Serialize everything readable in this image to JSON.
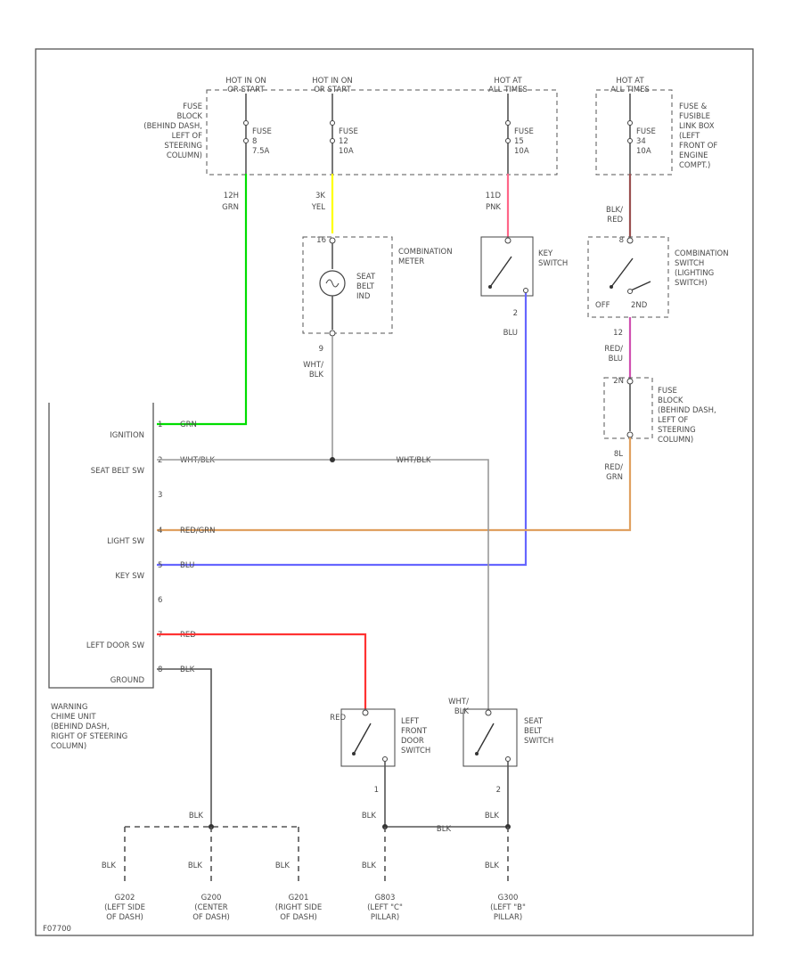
{
  "colors": {
    "grn": "#00dd00",
    "yel": "#ffff00",
    "pnk": "#ff6688",
    "blu": "#6666ff",
    "red_grn": "#e0a060",
    "red": "#ff3333",
    "red_blu": "#d050b0",
    "blk_red": "#9a5050",
    "wht_blk": "#aaaaaa",
    "blk": "#555555"
  },
  "power": {
    "hot1": [
      "HOT IN ON",
      "OR START"
    ],
    "hot2": [
      "HOT IN ON",
      "OR START"
    ],
    "hot3": [
      "HOT AT",
      "ALL TIMES"
    ],
    "hot4": [
      "HOT AT",
      "ALL TIMES"
    ],
    "fuse1": [
      "FUSE",
      "8",
      "7.5A"
    ],
    "fuse2": [
      "FUSE",
      "12",
      "10A"
    ],
    "fuse3": [
      "FUSE",
      "15",
      "10A"
    ],
    "fuse4": [
      "FUSE",
      "34",
      "10A"
    ],
    "fuse_block_left": [
      "FUSE",
      "BLOCK",
      "(BEHIND DASH,",
      "LEFT OF",
      "STEERING",
      "COLUMN)"
    ],
    "fusible_link_box": [
      "FUSE &",
      "FUSIBLE",
      "LINK BOX",
      "(LEFT",
      "FRONT OF",
      "ENGINE",
      "COMPT.)"
    ]
  },
  "wires": {
    "w_grn": [
      "12H",
      "GRN"
    ],
    "w_yel": [
      "3K",
      "YEL"
    ],
    "w_pnk": [
      "11D",
      "PNK"
    ],
    "w_blkred": [
      "BLK/",
      "RED"
    ],
    "w_whtblk_meter": [
      "WHT/",
      "BLK"
    ],
    "w_blu": "BLU",
    "w_redblu": [
      "RED/",
      "BLU"
    ],
    "w_redgrn": [
      "RED/",
      "GRN"
    ],
    "w_red": "RED",
    "w_whtblk_sw": [
      "WHT/",
      "BLK"
    ]
  },
  "meter": {
    "label": [
      "COMBINATION",
      "METER"
    ],
    "lamp": [
      "SEAT",
      "BELT",
      "IND"
    ],
    "pin_in": "16",
    "pin_out": "9"
  },
  "key_switch": {
    "label": [
      "KEY",
      "SWITCH"
    ],
    "pin": "2"
  },
  "combo_switch": {
    "label": [
      "COMBINATION",
      "SWITCH",
      "(LIGHTING",
      "SWITCH)"
    ],
    "pin_in": "8",
    "pos1": "OFF",
    "pos2": "2ND",
    "pin_out": "12"
  },
  "fuse_block2": {
    "label": [
      "FUSE",
      "BLOCK",
      "(BEHIND DASH,",
      "LEFT OF",
      "STEERING",
      "COLUMN)"
    ],
    "pin_in": "2N",
    "pin_out": "8L"
  },
  "chime": {
    "labels": [
      "IGNITION",
      "SEAT BELT SW",
      "",
      "LIGHT SW",
      "KEY SW",
      "",
      "LEFT DOOR SW",
      "GROUND"
    ],
    "pins": [
      "1",
      "2",
      "3",
      "4",
      "5",
      "6",
      "7",
      "8"
    ],
    "wire_labels": [
      "GRN",
      "WHT/BLK",
      "",
      "RED/GRN",
      "BLU",
      "",
      "RED",
      "BLK"
    ],
    "caption": [
      "WARNING",
      "CHIME UNIT",
      "(BEHIND DASH,",
      "RIGHT OF STEERING",
      "COLUMN)"
    ],
    "whtblk_bus_label": "WHT/BLK"
  },
  "door_switch": {
    "label": [
      "LEFT",
      "FRONT",
      "DOOR",
      "SWITCH"
    ],
    "wire_top": "RED",
    "pin": "1"
  },
  "belt_switch": {
    "label": [
      "SEAT",
      "BELT",
      "SWITCH"
    ],
    "wire_top": [
      "WHT/",
      "BLK"
    ],
    "pin": "2"
  },
  "grounds": {
    "blk_labels": [
      "BLK",
      "BLK",
      "BLK",
      "BLK",
      "BLK",
      "BLK",
      "BLK",
      "BLK"
    ],
    "bus_label": "BLK",
    "g1": [
      "G202",
      "(LEFT SIDE",
      "OF DASH)"
    ],
    "g2": [
      "G200",
      "(CENTER",
      "OF DASH)"
    ],
    "g3": [
      "G201",
      "(RIGHT SIDE",
      "OF DASH)"
    ],
    "g4": [
      "G803",
      "(LEFT \"C\"",
      "PILLAR)"
    ],
    "g5": [
      "G300",
      "(LEFT \"B\"",
      "PILLAR)"
    ]
  },
  "footer_code": "F07700"
}
